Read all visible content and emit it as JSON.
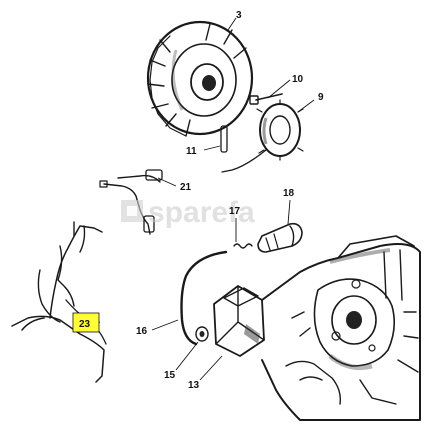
{
  "watermark": {
    "text": "sparefa"
  },
  "callouts": [
    {
      "id": "3",
      "text": "3"
    },
    {
      "id": "10",
      "text": "10"
    },
    {
      "id": "9",
      "text": "9"
    },
    {
      "id": "11",
      "text": "11"
    },
    {
      "id": "21",
      "text": "21"
    },
    {
      "id": "18",
      "text": "18"
    },
    {
      "id": "17",
      "text": "17"
    },
    {
      "id": "16",
      "text": "16"
    },
    {
      "id": "15",
      "text": "15"
    },
    {
      "id": "13",
      "text": "13"
    },
    {
      "id": "23",
      "text": "23",
      "highlighted": true
    }
  ],
  "colors": {
    "highlight": "#ffff33",
    "ink": "#1a1a1a"
  }
}
